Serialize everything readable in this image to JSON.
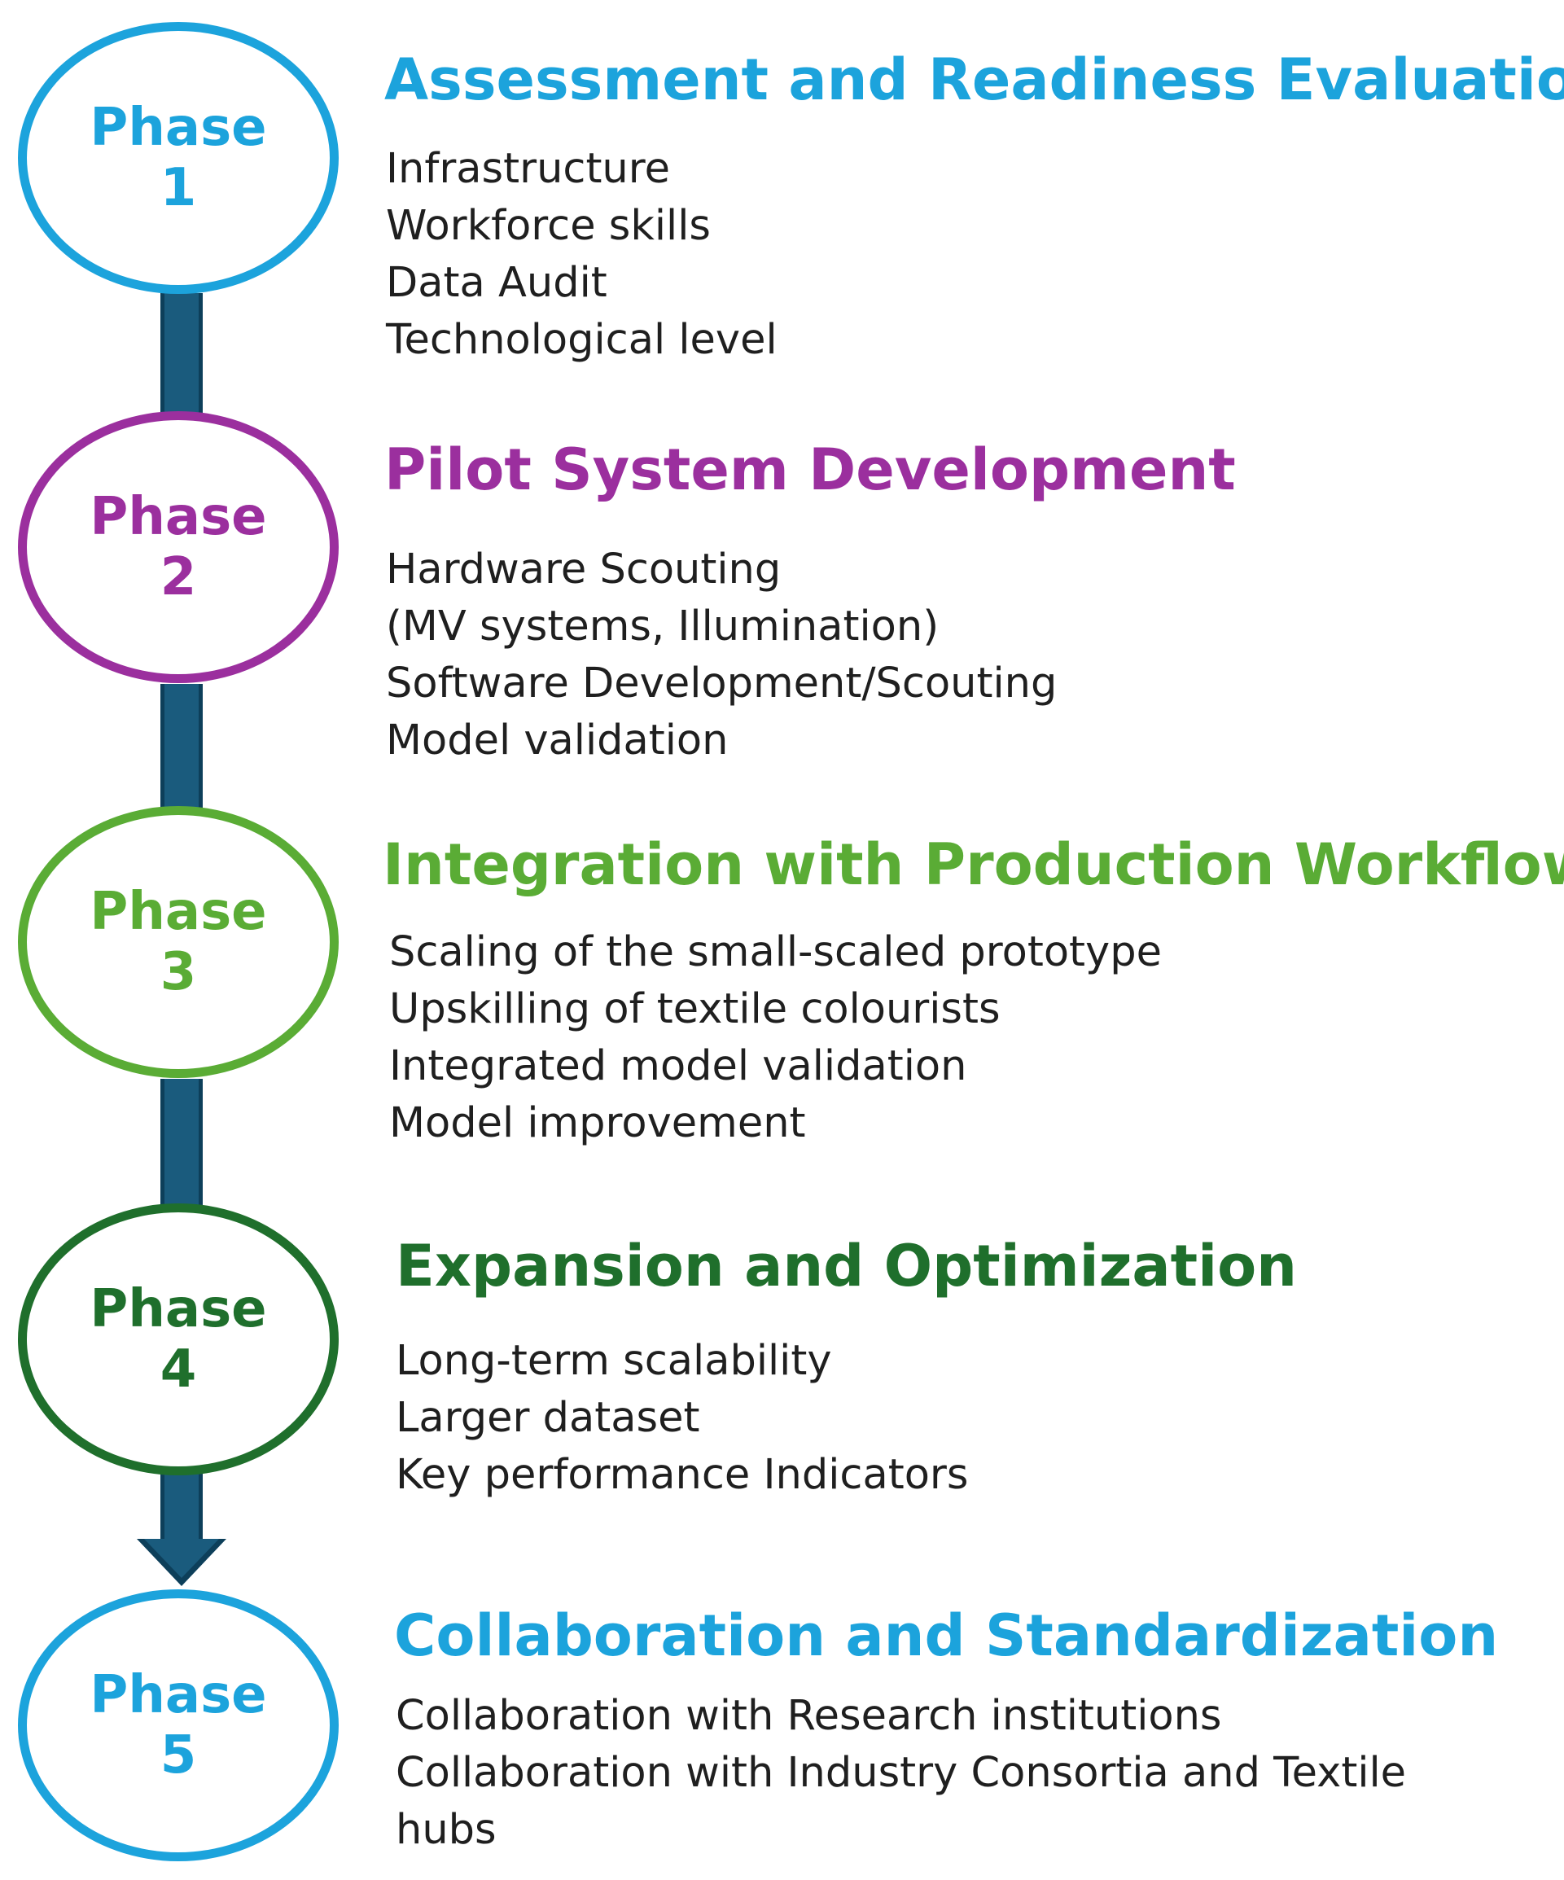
{
  "colors": {
    "connector": "#1a5b7d",
    "connector_edge": "#0d3f5a",
    "body_text": "#1f1f1f"
  },
  "phases": [
    {
      "label": "Phase",
      "number": "1",
      "color": "#1ca3dc",
      "title": "Assessment and Readiness Evaluation",
      "items": [
        "Infrastructure",
        "Workforce skills",
        "Data Audit",
        "Technological level"
      ]
    },
    {
      "label": "Phase",
      "number": "2",
      "color": "#9b2f9e",
      "title": "Pilot System Development",
      "items": [
        "Hardware Scouting",
        "(MV systems, Illumination)",
        "Software Development/Scouting",
        "Model validation"
      ]
    },
    {
      "label": "Phase",
      "number": "3",
      "color": "#5aac35",
      "title": "Integration with Production Workflow",
      "items": [
        "Scaling of the small-scaled prototype",
        "Upskilling of textile colourists",
        "Integrated model validation",
        "Model improvement"
      ]
    },
    {
      "label": "Phase",
      "number": "4",
      "color": "#1f6f2c",
      "title": "Expansion and Optimization",
      "items": [
        "Long-term scalability",
        "Larger dataset",
        "Key performance Indicators"
      ]
    },
    {
      "label": "Phase",
      "number": "5",
      "color": "#1ca3dc",
      "title": "Collaboration and Standardization",
      "items": [
        "Collaboration with Research institutions",
        "Collaboration with Industry Consortia and Textile",
        "hubs"
      ]
    }
  ]
}
